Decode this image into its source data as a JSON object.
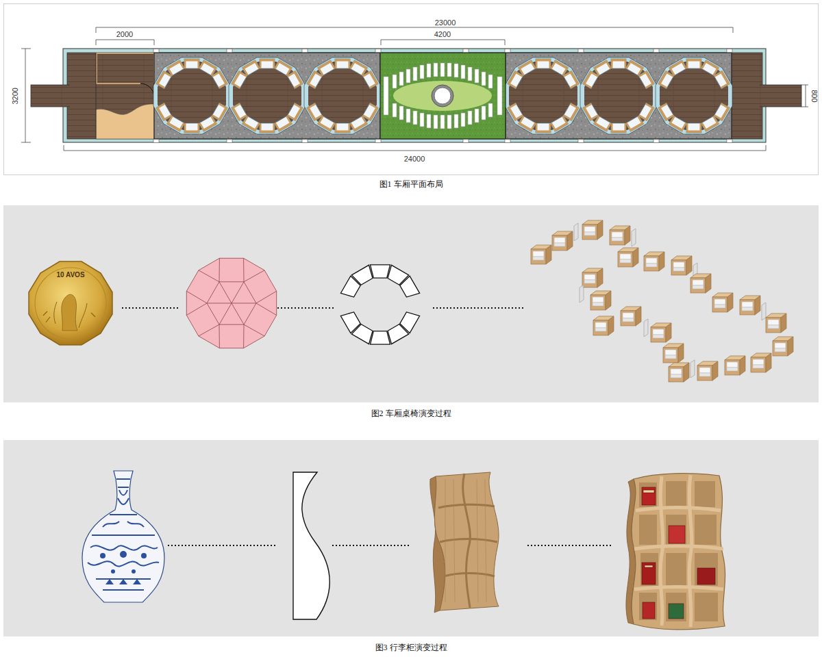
{
  "diagram": {
    "labels": [
      "23000",
      "2000",
      "4200",
      "3200",
      "800",
      "24000",
      "图1 车厢平面布局",
      "10 AVOS",
      "图2 车厢桌椅演变过程",
      "图3 行李柜演变过程"
    ]
  }
}
